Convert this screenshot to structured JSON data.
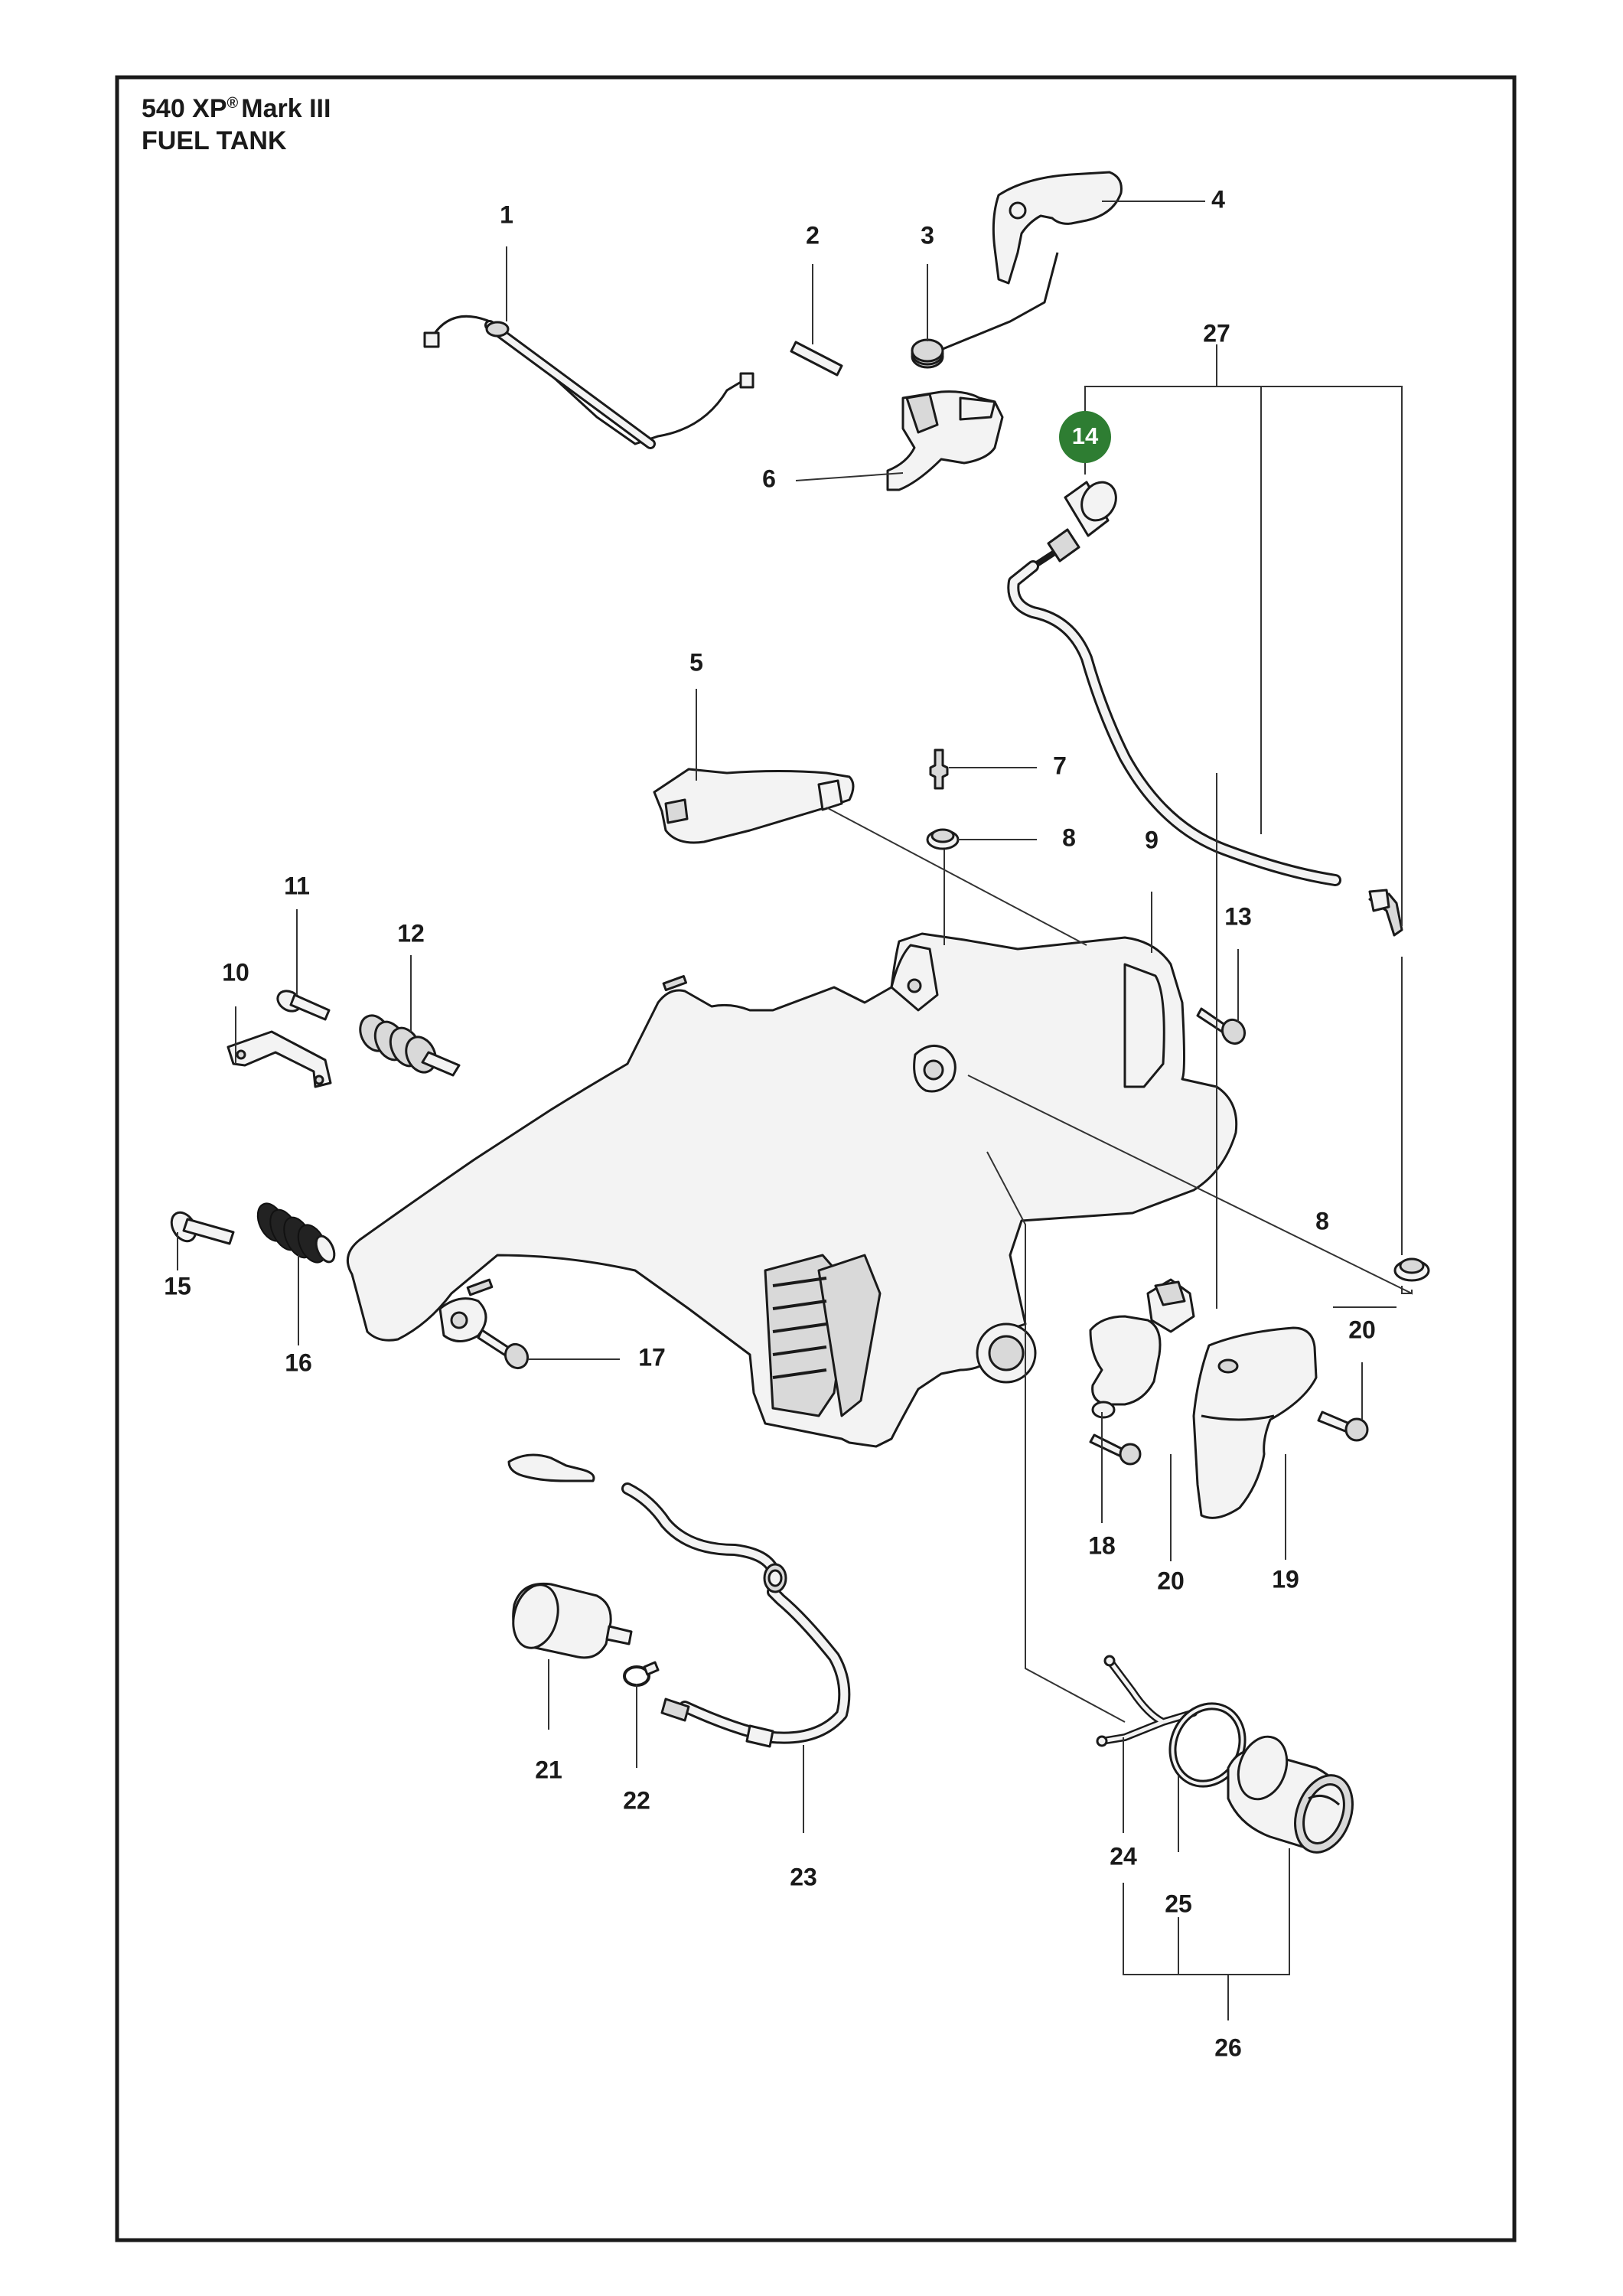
{
  "title": {
    "model": "540 XP",
    "registered_mark": "®",
    "variant": "Mark III",
    "section": "FUEL TANK"
  },
  "highlight_color": "#2e7d32",
  "callouts": {
    "c1": "1",
    "c2": "2",
    "c3": "3",
    "c4": "4",
    "c5": "5",
    "c6": "6",
    "c7": "7",
    "c8a": "8",
    "c8b": "8",
    "c9": "9",
    "c10": "10",
    "c11": "11",
    "c12": "12",
    "c13": "13",
    "c14": "14",
    "c15": "15",
    "c16": "16",
    "c17": "17",
    "c18": "18",
    "c19": "19",
    "c20a": "20",
    "c20b": "20",
    "c21": "21",
    "c22": "22",
    "c23": "23",
    "c24": "24",
    "c25": "25",
    "c26": "26",
    "c27": "27"
  }
}
